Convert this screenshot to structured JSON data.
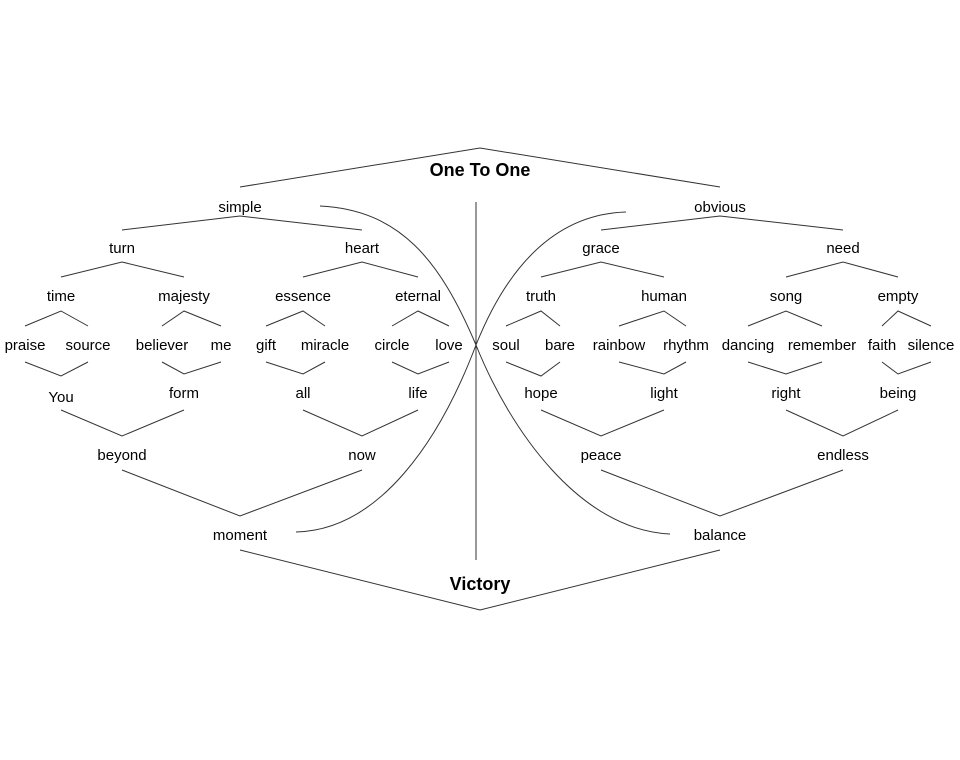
{
  "title_top": "One To One",
  "title_bottom": "Victory",
  "left": {
    "root": "simple",
    "level2": [
      "turn",
      "heart"
    ],
    "level3": [
      "time",
      "majesty",
      "essence",
      "eternal"
    ],
    "level4": [
      "praise",
      "source",
      "believer",
      "me",
      "gift",
      "miracle",
      "circle",
      "love"
    ],
    "level5": [
      "You",
      "form",
      "all",
      "life"
    ],
    "level6": [
      "beyond",
      "now"
    ],
    "base": "moment"
  },
  "right": {
    "root": "obvious",
    "level2": [
      "grace",
      "need"
    ],
    "level3": [
      "truth",
      "human",
      "song",
      "empty"
    ],
    "level4": [
      "soul",
      "bare",
      "rainbow",
      "rhythm",
      "dancing",
      "remember",
      "faith",
      "silence"
    ],
    "level5": [
      "hope",
      "light",
      "right",
      "being"
    ],
    "level6": [
      "peace",
      "endless"
    ],
    "base": "balance"
  },
  "colors": {
    "text": "#000000",
    "lines": "#333333",
    "background": "#ffffff"
  }
}
